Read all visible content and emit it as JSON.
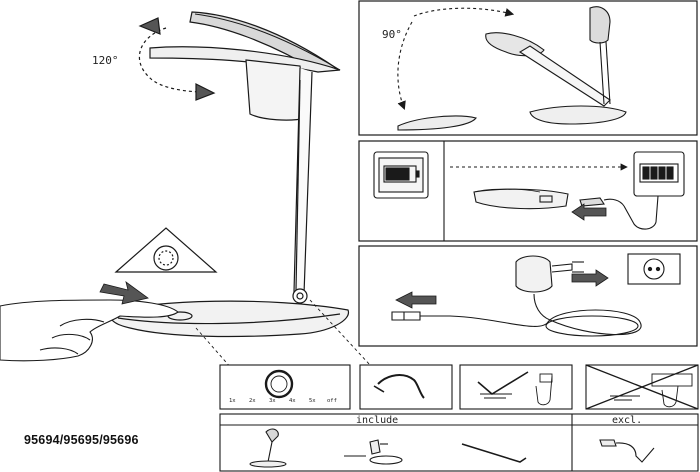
{
  "model_numbers": "95694/95695/95696",
  "main_view": {
    "rotation_label": "120°"
  },
  "panel_tilt": {
    "angle_label": "90°"
  },
  "touch_levels": [
    "1x",
    "2x",
    "3x",
    "4x",
    "5x",
    "off"
  ],
  "bottom_strip": {
    "include_label": "include",
    "excl_label": "excl."
  },
  "colors": {
    "line": "#1a1a1a",
    "arrow_fill": "#555555",
    "panel_border": "#1a1a1a"
  }
}
